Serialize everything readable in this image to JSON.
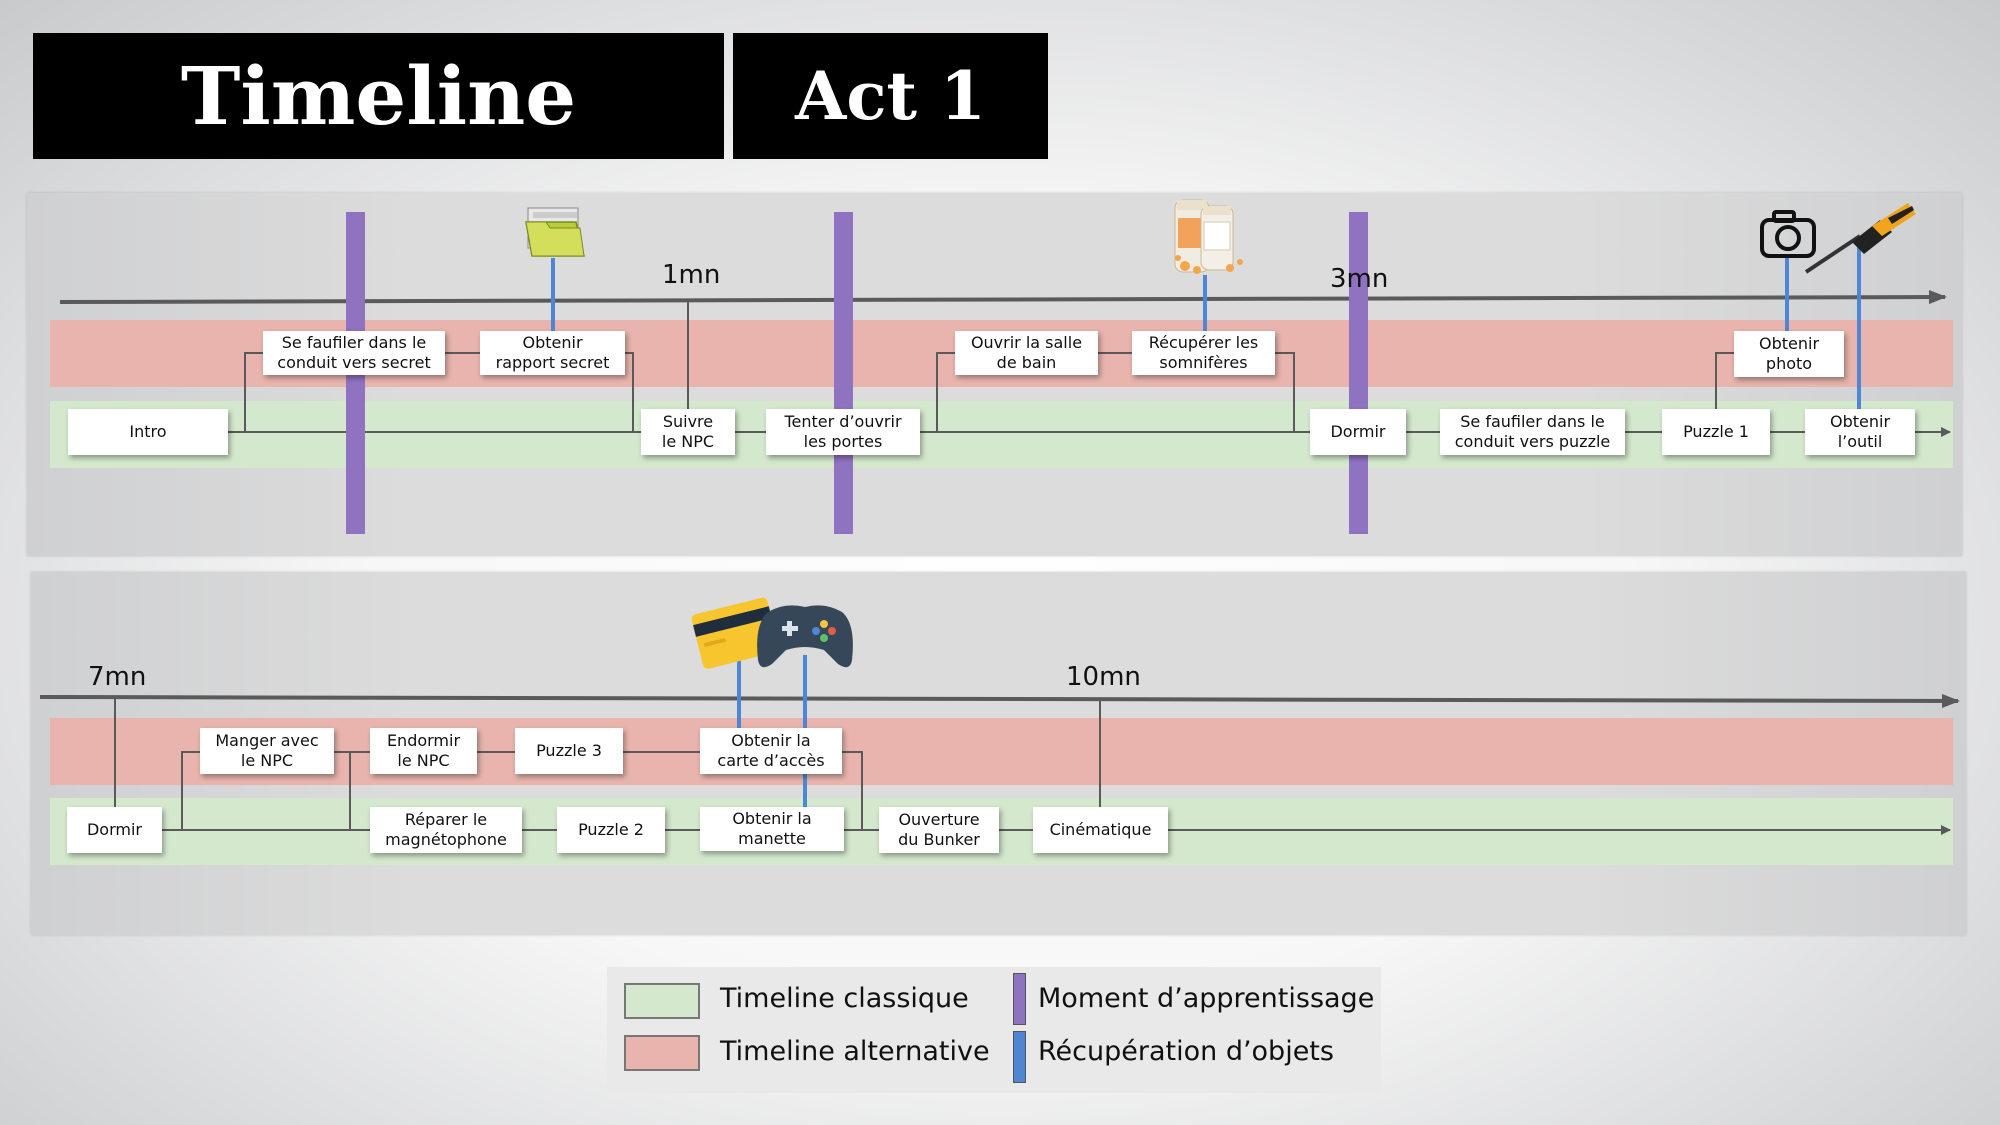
{
  "header": {
    "title": "Timeline",
    "act": "Act 1"
  },
  "colors": {
    "classic": "#d3e8cc",
    "alternative": "#e8b4ad",
    "learning": "#8f72c0",
    "retrieval": "#4f86d4",
    "line": "#5a5a5a"
  },
  "top": {
    "time_1": "1mn",
    "time_3": "3mn",
    "nodes": {
      "intro": "Intro",
      "sneak_secret": "Se faufiler dans le\nconduit vers secret",
      "get_report": "Obtenir\nrapport secret",
      "follow_npc": "Suivre\nle NPC",
      "open_doors": "Tenter d’ouvrir\nles portes",
      "open_bathroom": "Ouvrir la salle\nde bain",
      "get_pills": "Récupérer les\nsomnifères",
      "sleep": "Dormir",
      "sneak_puzzle": "Se faufiler dans le\nconduit vers puzzle",
      "puzzle1": "Puzzle 1",
      "get_photo": "Obtenir\nphoto",
      "get_tool": "Obtenir\nl’outil"
    }
  },
  "bottom": {
    "time_7": "7mn",
    "time_10": "10mn",
    "nodes": {
      "sleep": "Dormir",
      "eat_npc": "Manger avec\nle NPC",
      "sedate_npc": "Endormir\nle NPC",
      "puzzle3": "Puzzle 3",
      "repair_recorder": "Réparer le\nmagnétophone",
      "puzzle2": "Puzzle 2",
      "get_card": "Obtenir la\ncarte d’accès",
      "get_controller": "Obtenir la\nmanette",
      "bunker": "Ouverture\ndu Bunker",
      "cinematic": "Cinématique"
    }
  },
  "icons": [
    "folder-icon",
    "pills-icon",
    "camera-icon",
    "screwdriver-icon",
    "keycard-icon",
    "gamepad-icon"
  ],
  "legend": {
    "classic": "Timeline classique",
    "alternative": "Timeline alternative",
    "learning": "Moment d’apprentissage",
    "retrieval": "Récupération d’objets"
  }
}
